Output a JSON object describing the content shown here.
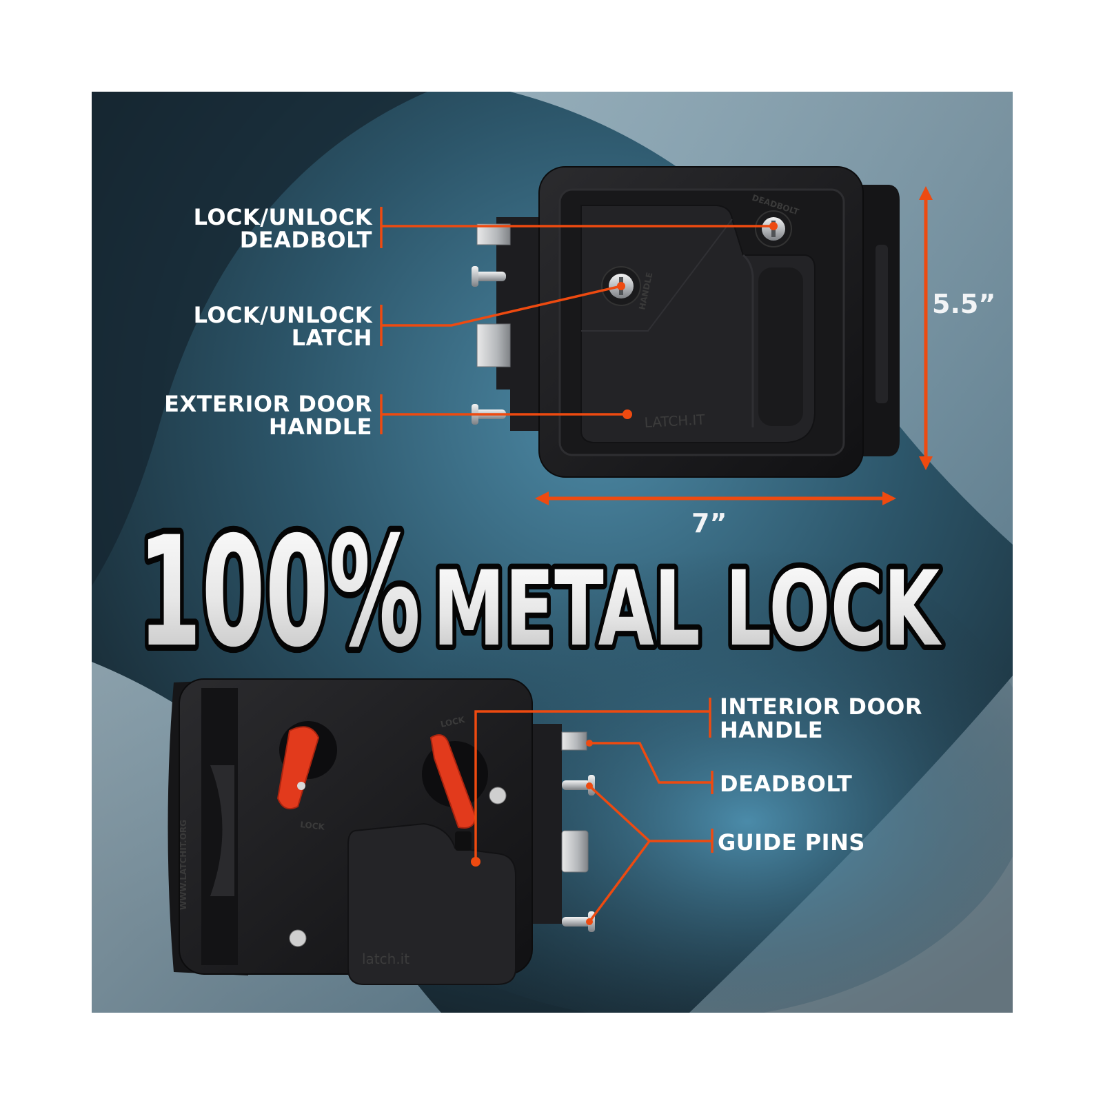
{
  "headline": {
    "percent": "100%",
    "text": "METAL LOCK"
  },
  "labels": {
    "lock_unlock_deadbolt": [
      "LOCK/UNLOCK",
      "DEADBOLT"
    ],
    "lock_unlock_latch": [
      "LOCK/UNLOCK",
      "LATCH"
    ],
    "exterior_door_handle": [
      "EXTERIOR DOOR",
      "HANDLE"
    ],
    "interior_door_handle": [
      "INTERIOR DOOR",
      "HANDLE"
    ],
    "deadbolt": "DEADBOLT",
    "guide_pins": "GUIDE PINS"
  },
  "dimensions": {
    "height": "5.5”",
    "width": "7”"
  },
  "product_markings": {
    "front_key_deadbolt": "DEADBOLT",
    "front_key_handle": "HANDLE",
    "front_brand": "LATCH.IT",
    "back_lock_top": "LOCK",
    "back_lock_left": "LOCK",
    "back_brand": "latch.it",
    "back_side_url": "WWW.LATCHIT.ORG"
  },
  "colors": {
    "accent": "#ee4a10",
    "lever": "#e23a1c",
    "panel_dark": "#16232c",
    "panel_light": "#8fa9b6",
    "lock_body": "#1c1c1e"
  }
}
